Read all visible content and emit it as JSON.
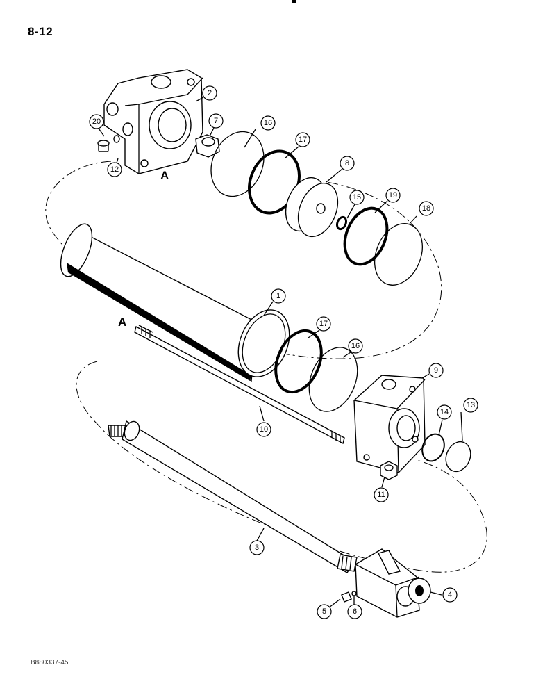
{
  "page": {
    "number": "8-12",
    "drawing_code": "B880337-45"
  },
  "reference_letters": [
    "A",
    "A"
  ],
  "callouts": [
    "1",
    "2",
    "3",
    "4",
    "5",
    "6",
    "7",
    "8",
    "9",
    "10",
    "11",
    "12",
    "13",
    "14",
    "15",
    "16",
    "17",
    "18",
    "19",
    "20",
    "16",
    "17"
  ]
}
